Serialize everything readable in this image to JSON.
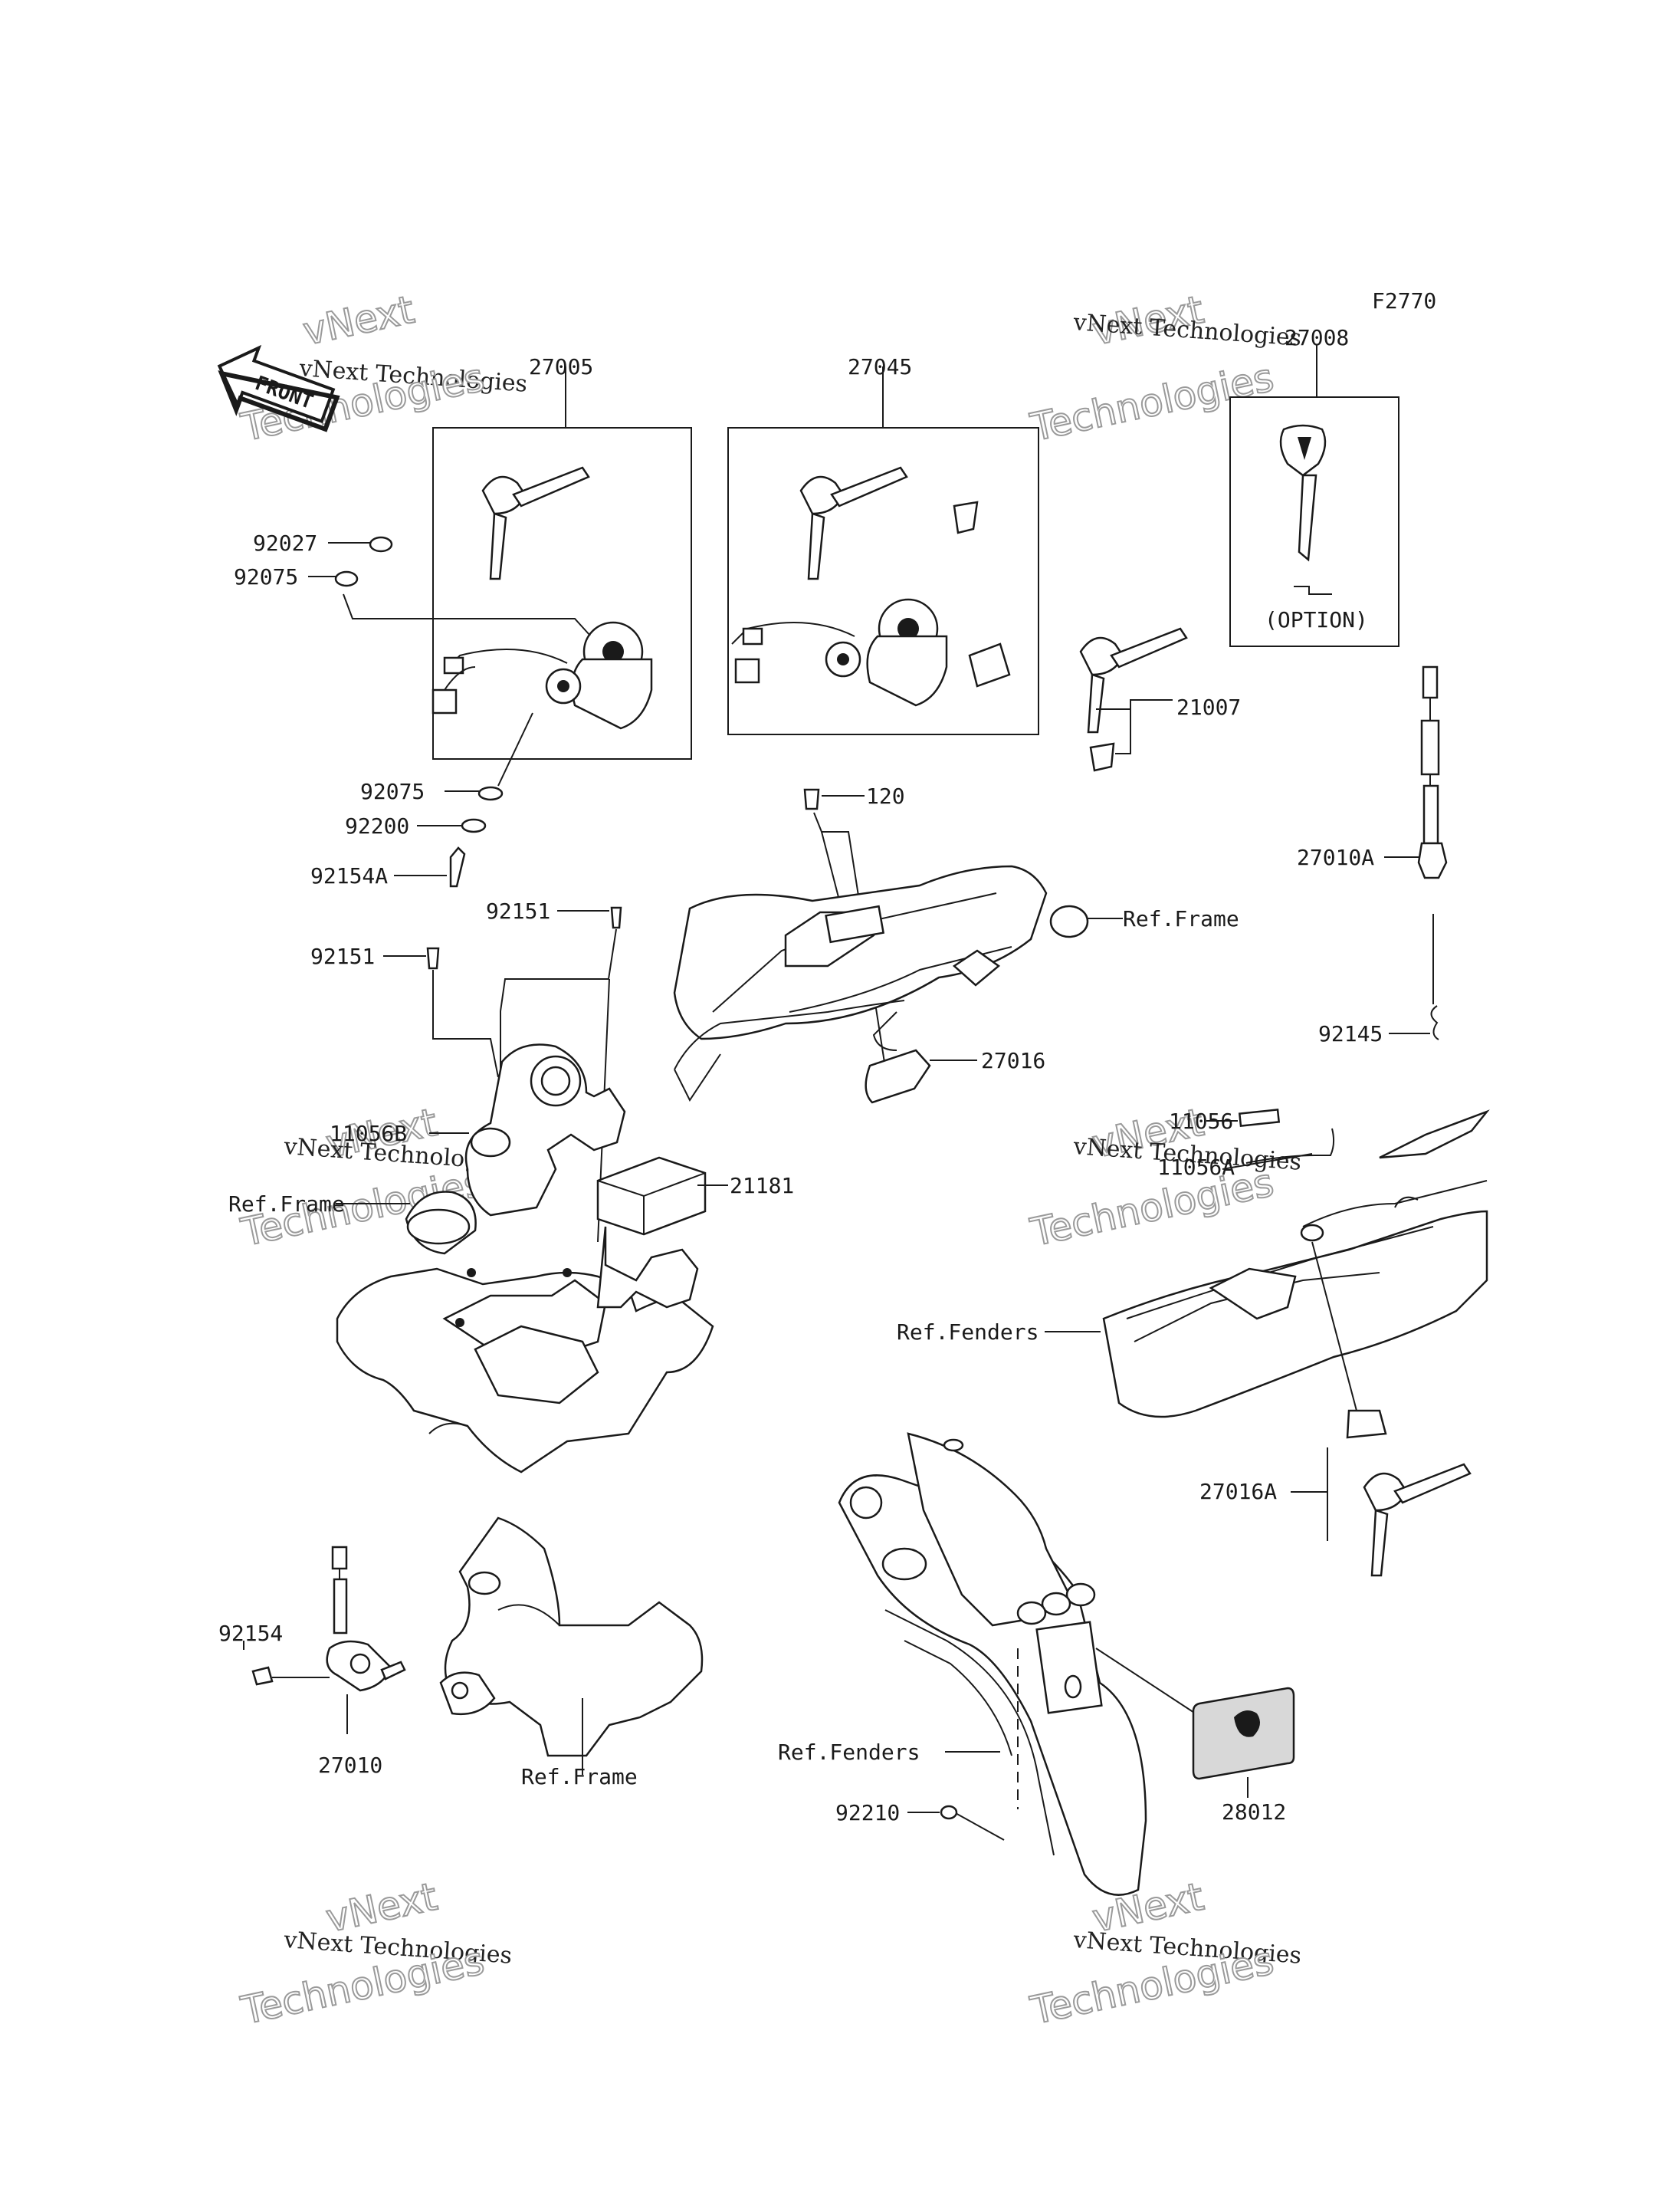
{
  "figure_code": "F2770",
  "front_arrow": "FRONT",
  "option_note": "(OPTION)",
  "watermark": {
    "line1": "vNext Technologies",
    "line2": "Technologies",
    "line3": "vNext"
  },
  "labels": {
    "p27005": "27005",
    "p27045": "27045",
    "p27008": "27008",
    "p92027": "92027",
    "p92075a": "92075",
    "p92075b": "92075",
    "p92200": "92200",
    "p92154A": "92154A",
    "p92151a": "92151",
    "p92151b": "92151",
    "p21007": "21007",
    "p120": "120",
    "ref_frame_a": "Ref.Frame",
    "p27010A": "27010A",
    "p92145": "92145",
    "p27016": "27016",
    "p11056B": "11056B",
    "ref_frame_b": "Ref.Frame",
    "p21181": "21181",
    "p11056a": "11056",
    "p11056b": "11056A",
    "ref_fenders_a": "Ref.Fenders",
    "p27016A": "27016A",
    "p92154": "92154",
    "p27010": "27010",
    "ref_frame_c": "Ref.Frame",
    "ref_fenders_b": "Ref.Fenders",
    "p92210": "92210",
    "p28012": "28012"
  }
}
